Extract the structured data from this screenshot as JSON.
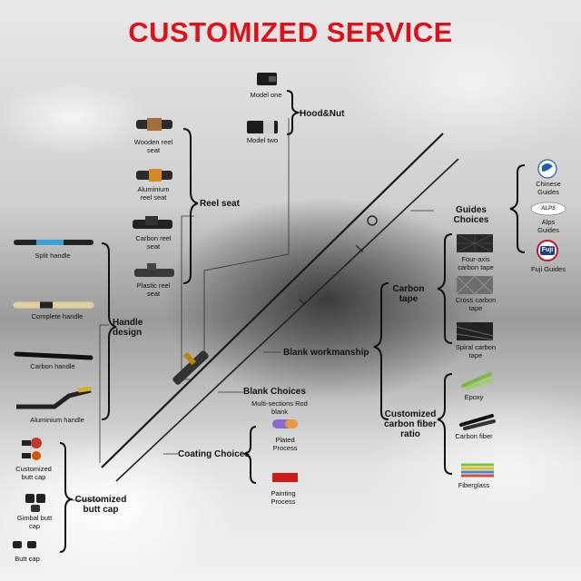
{
  "title": "CUSTOMIZED SERVICE",
  "hood_nut": {
    "group": "Hood&Nut",
    "items": [
      "Model one",
      "Model two"
    ]
  },
  "reel_seat": {
    "group": "Reel seat",
    "items": [
      "Wooden reel seat",
      "Aluminium reel seat",
      "Carbon reel seat",
      "Plastic reel seat"
    ]
  },
  "handle_design": {
    "group": "Handle design",
    "items": [
      "Split handle",
      "Complete handle",
      "Carbon handle",
      "Aluminium handle"
    ]
  },
  "butt_cap": {
    "group": "Customized butt cap",
    "items": [
      "Customized butt cap",
      "Gimbal butt cap",
      "Butt cap"
    ]
  },
  "guides": {
    "group": "Guides Choices",
    "items": [
      "Chinese Guides",
      "Alps Guides",
      "Fuji Guides"
    ],
    "logo_text": [
      "ALPS",
      "Fuji"
    ]
  },
  "blank_workmanship": {
    "group": "Blank workmanship",
    "carbon_tape": {
      "group": "Carbon tape",
      "items": [
        "Four-axis carbon tape",
        "Cross carbon tape",
        "Spiral carbon tape"
      ]
    },
    "fiber_ratio": {
      "group": "Customized carbon fiber ratio",
      "items": [
        "Epoxy",
        "Carbon fiber",
        "Fiberglass"
      ]
    }
  },
  "blank_choices": {
    "group": "Blank Choices",
    "items": [
      "Multi-sections Rod blank"
    ]
  },
  "coating": {
    "group": "Coating Choices",
    "items": [
      "Plated Process",
      "Painting Process"
    ]
  },
  "colors": {
    "title": "#e0101a",
    "text": "#111111"
  }
}
